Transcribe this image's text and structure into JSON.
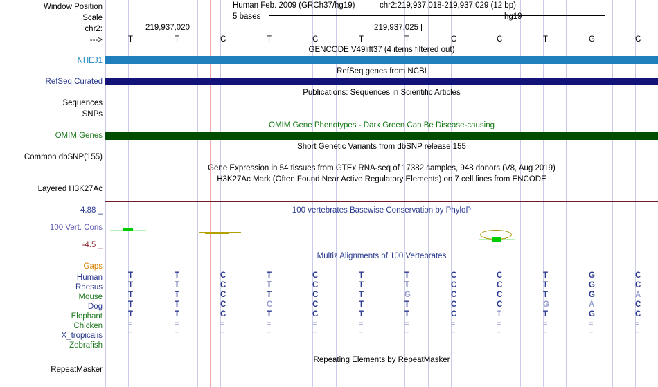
{
  "genome": {
    "assembly_label": "Human Feb. 2009 (GRCh37/hg19)",
    "position": "chr2:219,937,018-219,937,029 (12 bp)",
    "db": "hg19",
    "scale_label": "5 bases",
    "chrom_label": "chr2:",
    "strand_label": "--->",
    "coord_ticks": [
      {
        "label": "219,937,020",
        "index": 2
      },
      {
        "label": "219,937,025",
        "index": 7
      }
    ]
  },
  "left_labels": {
    "window_position": "Window Position",
    "scale": "Scale",
    "chrom": "chr2:",
    "strand": "--->",
    "nhej1": "NHEJ1",
    "refseq_curated": "RefSeq Curated",
    "sequences": "Sequences",
    "snps": "SNPs",
    "omim_genes": "OMIM Genes",
    "common_dbsnp": "Common dbSNP(155)",
    "layered_h3k27ac": "Layered H3K27Ac",
    "cons_max": "4.88 _",
    "cons_title": "100 Vert. Cons",
    "cons_min": "-4.5 _",
    "gaps": "Gaps",
    "repeatmasker": "RepeatMasker"
  },
  "track_titles": {
    "gencode": "GENCODE V49lift37 (4 items filtered out)",
    "refseq": "RefSeq genes from NCBI",
    "publications": "Publications: Sequences in Scientific Articles",
    "omim": "OMIM Gene Phenotypes - Dark Green Can Be Disease-causing",
    "dbsnp": "Short Genetic Variants from dbSNP release 155",
    "gtex": "Gene Expression in 54 tissues from GTEx RNA-seq of 17382 samples, 948 donors (V8, Aug 2019)",
    "h3k27ac": "H3K27Ac Mark (Often Found Near Active Regulatory Elements) on 7 cell lines from ENCODE",
    "phylop": "100 vertebrates Basewise Conservation by PhyloP",
    "multiz": "Multiz Alignments of 100 Vertebrates",
    "repeatmasker": "Repeating Elements by RepeatMasker"
  },
  "sequence": {
    "reference": [
      "T",
      "T",
      "C",
      "T",
      "C",
      "T",
      "T",
      "C",
      "C",
      "T",
      "G",
      "C"
    ]
  },
  "alignment": {
    "species": [
      {
        "name": "Human",
        "color": "blue",
        "bases": [
          "T",
          "T",
          "C",
          "T",
          "C",
          "T",
          "T",
          "C",
          "C",
          "T",
          "G",
          "C"
        ],
        "mismatch": [
          false,
          false,
          false,
          false,
          false,
          false,
          false,
          false,
          false,
          false,
          false,
          false
        ]
      },
      {
        "name": "Rhesus",
        "color": "blue",
        "bases": [
          "T",
          "T",
          "C",
          "T",
          "C",
          "T",
          "T",
          "C",
          "C",
          "T",
          "G",
          "C"
        ],
        "mismatch": [
          false,
          false,
          false,
          false,
          false,
          false,
          false,
          false,
          false,
          false,
          false,
          false
        ]
      },
      {
        "name": "Mouse",
        "color": "green",
        "bases": [
          "T",
          "T",
          "C",
          "T",
          "C",
          "T",
          "G",
          "C",
          "C",
          "T",
          "G",
          "A"
        ],
        "mismatch": [
          false,
          false,
          false,
          false,
          false,
          false,
          true,
          false,
          false,
          false,
          false,
          true
        ]
      },
      {
        "name": "Dog",
        "color": "blue",
        "bases": [
          "T",
          "T",
          "C",
          "C",
          "C",
          "T",
          "T",
          "C",
          "C",
          "G",
          "A",
          "C"
        ],
        "mismatch": [
          false,
          false,
          false,
          true,
          false,
          false,
          false,
          false,
          false,
          true,
          true,
          false
        ]
      },
      {
        "name": "Elephant",
        "color": "green",
        "bases": [
          "T",
          "T",
          "C",
          "T",
          "C",
          "T",
          "T",
          "C",
          "T",
          "T",
          "G",
          "C"
        ],
        "mismatch": [
          false,
          false,
          false,
          false,
          false,
          false,
          false,
          false,
          true,
          false,
          false,
          false
        ]
      },
      {
        "name": "Chicken",
        "color": "green",
        "bases": [
          "=",
          "=",
          "=",
          "=",
          "=",
          "=",
          "=",
          "=",
          "=",
          "=",
          "=",
          "="
        ],
        "mismatch": [
          true,
          true,
          true,
          true,
          true,
          true,
          true,
          true,
          true,
          true,
          true,
          true
        ]
      },
      {
        "name": "X_tropicalis",
        "color": "blue",
        "bases": [
          "=",
          "=",
          "=",
          "=",
          "=",
          "=",
          "=",
          "=",
          "=",
          "=",
          "=",
          "="
        ],
        "mismatch": [
          true,
          true,
          true,
          true,
          true,
          true,
          true,
          true,
          true,
          true,
          true,
          true
        ]
      },
      {
        "name": "Zebrafish",
        "color": "green",
        "bases": [
          "",
          "",
          "",
          "",
          "",
          "",
          "",
          "",
          "",
          "",
          "",
          ""
        ],
        "mismatch": [
          false,
          false,
          false,
          false,
          false,
          false,
          false,
          false,
          false,
          false,
          false,
          false
        ]
      }
    ]
  },
  "conservation": {
    "max": "4.88",
    "min": "-4.5",
    "marks": [
      {
        "index": 0,
        "type": "green-positive"
      },
      {
        "index": 2,
        "type": "yellow-negative"
      },
      {
        "index": 8,
        "type": "yellow-ellipse-green"
      }
    ]
  },
  "colors": {
    "nhej1_bar": "#1f7fbd",
    "refseq_bar": "#13137a",
    "omim_bar": "#004d00",
    "grid": "#c9cbe8",
    "red_marker": "#f3a9a9",
    "label_blue": "#2b3a8f",
    "label_green": "#1f7a1f",
    "label_orange": "#d98200",
    "cons_green": "#00cc00",
    "cons_yellow": "#b5a000"
  }
}
